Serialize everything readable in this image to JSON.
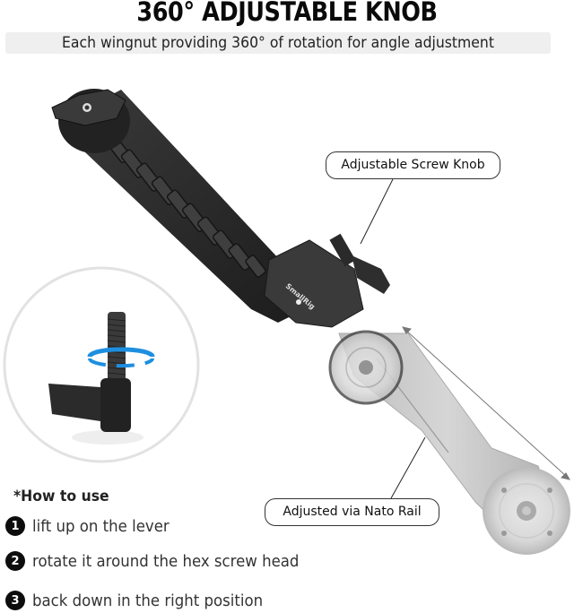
{
  "header": {
    "title": "360° ADJUSTABLE KNOB",
    "subtitle": "Each wingnut providing 360° of rotation for angle adjustment"
  },
  "callouts": {
    "knob": "Adjustable Screw Knob",
    "rail": "Adjusted via Nato Rail"
  },
  "product": {
    "brand_engraving": "SmallRig"
  },
  "how_to": {
    "heading": "*How to use",
    "steps": [
      {
        "num": "1",
        "text": "lift up on the lever"
      },
      {
        "num": "2",
        "text": "rotate it around the hex screw head"
      },
      {
        "num": "3",
        "text": "back down in the right position"
      }
    ]
  },
  "colors": {
    "rotation_arrow": "#1e8fe0",
    "arm_dark": "#2a2a2a",
    "arm_light": "#c9c9c9",
    "subtitle_bg": "#efefef"
  }
}
